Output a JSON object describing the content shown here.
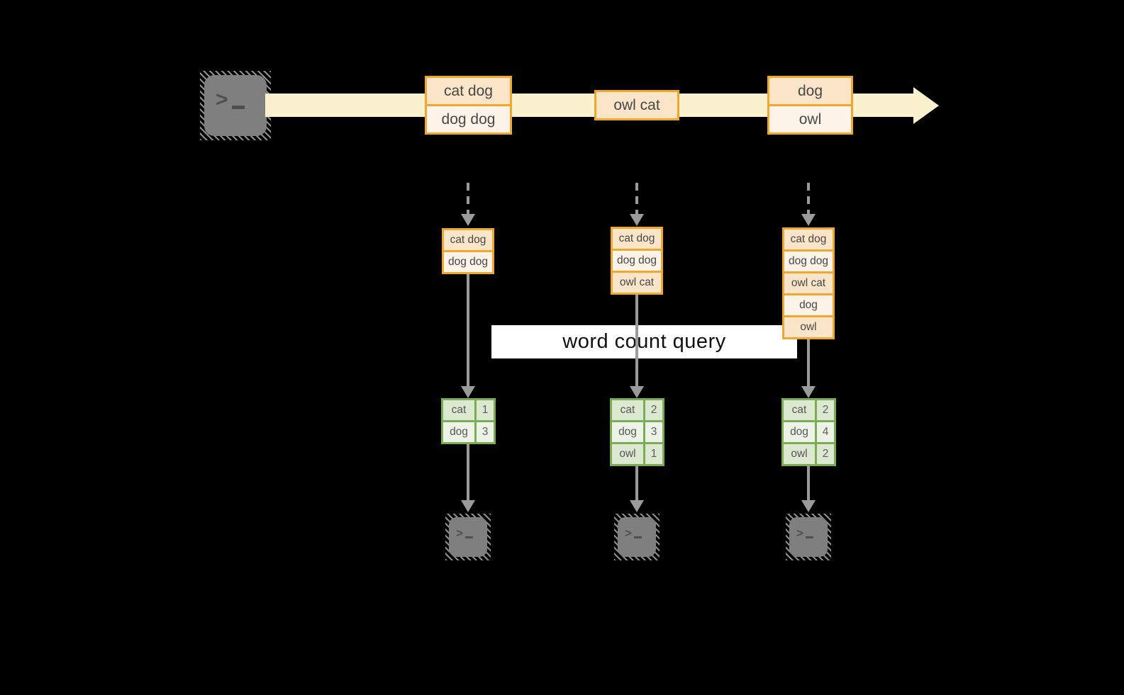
{
  "diagram": {
    "query_label": "word count query",
    "source_icon": "terminal-icon",
    "sink_icon": "terminal-icon",
    "stream_batches": [
      {
        "records": [
          "cat dog",
          "dog dog"
        ]
      },
      {
        "records": [
          "owl cat"
        ]
      },
      {
        "records": [
          "dog",
          "owl"
        ]
      }
    ],
    "accumulated_inputs": [
      {
        "records": [
          "cat dog",
          "dog dog"
        ]
      },
      {
        "records": [
          "cat dog",
          "dog dog",
          "owl cat"
        ]
      },
      {
        "records": [
          "cat dog",
          "dog dog",
          "owl cat",
          "dog",
          "owl"
        ]
      }
    ],
    "result_tables": [
      {
        "rows": [
          {
            "word": "cat",
            "count": "1"
          },
          {
            "word": "dog",
            "count": "3"
          }
        ]
      },
      {
        "rows": [
          {
            "word": "cat",
            "count": "2"
          },
          {
            "word": "dog",
            "count": "3"
          },
          {
            "word": "owl",
            "count": "1"
          }
        ]
      },
      {
        "rows": [
          {
            "word": "cat",
            "count": "2"
          },
          {
            "word": "dog",
            "count": "4"
          },
          {
            "word": "owl",
            "count": "2"
          }
        ]
      }
    ],
    "colors": {
      "background": "#000000",
      "stream_band": "#FAF1CE",
      "orange_border": "#F1A72E",
      "record_fill_dark": "#FAE5C9",
      "record_fill_light": "#FDF3E8",
      "green_border": "#7BAD57",
      "count_fill_dark": "#DDE8D0",
      "count_fill_light": "#EEF3E8",
      "arrow_gray": "#9B9B9B",
      "terminal_gray": "#7F7F7F",
      "label_bg": "#FFFFFF"
    }
  }
}
